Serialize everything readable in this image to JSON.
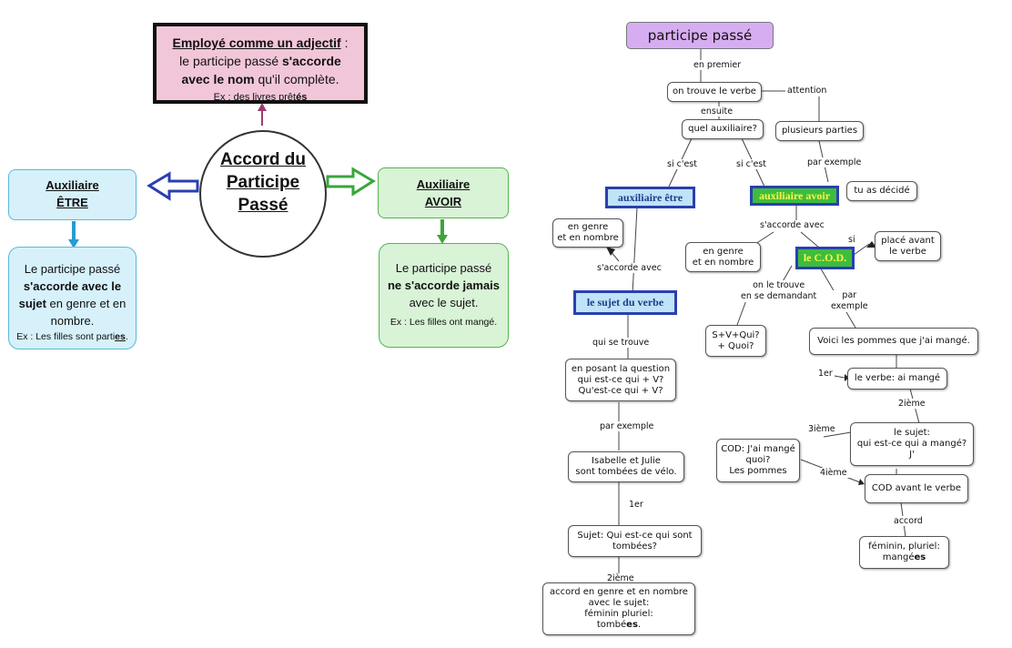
{
  "left": {
    "adjectif": {
      "title": "Employé comme un adjectif",
      "colon": " :",
      "line1": "le participe passé ",
      "bold1": "s'accorde",
      "bold2": "avec le nom",
      "line2b": " qu'il complète.",
      "ex_prefix": "Ex : des livres prêt",
      "ex_suffix": "és"
    },
    "center": {
      "line1": "Accord du",
      "line2": "Participe",
      "line3": "Passé"
    },
    "etre": {
      "line1": "Auxiliaire",
      "line2": "ÊTRE"
    },
    "avoir": {
      "line1": "Auxiliaire",
      "line2": "AVOIR"
    },
    "etre_desc": {
      "l1": "Le participe passé",
      "b1": "s'accorde avec le",
      "b2": "sujet",
      "l2": " en genre et en",
      "l3": "nombre.",
      "ex_prefix": "Ex : Les filles sont parti",
      "ex_suffix": "es",
      "ex_end": "."
    },
    "avoir_desc": {
      "l1": "Le participe passé",
      "b1": "ne s'accorde jamais",
      "l2": "avec le sujet.",
      "ex": "Ex : Les filles ont mangé."
    },
    "colors": {
      "adj_bg": "#f2c6d9",
      "etre_bg": "#d6f1fa",
      "avoir_bg": "#d8f3d6",
      "arrow_blue": "#2b3fb0",
      "arrow_green": "#3aa63a"
    }
  },
  "right": {
    "root": "participe passé",
    "labels": {
      "en_premier": "en premier",
      "attention": "attention",
      "ensuite": "ensuite",
      "si_cest_1": "si c'est",
      "si_cest_2": "si c'est",
      "par_exemple_1": "par exemple",
      "saccorde_avec_1": "s'accorde avec",
      "saccorde_avec_2": "s'accorde avec",
      "si": "si",
      "on_le_trouve_1": "on le trouve",
      "on_le_trouve_2": "en se demandant",
      "par": "par",
      "exemple": "exemple",
      "qui_se_trouve": "qui se trouve",
      "par_exemple_2": "par exemple",
      "premier_1": "1er",
      "premier_2": "1er",
      "deuxieme_1": "2ième",
      "deuxieme_2": "2ième",
      "troisieme": "3ième",
      "quatrieme": "4ième",
      "accord": "accord"
    },
    "nodes": {
      "on_trouve": "on trouve le verbe",
      "quel_aux": "quel auxiliaire?",
      "plusieurs": "plusieurs parties",
      "tu_as": "tu as décidé",
      "aux_etre": "auxiliaire être",
      "aux_avoir": "auxiliaire avoir",
      "genre_nombre_1a": "en genre",
      "genre_nombre_1b": "et en nombre",
      "genre_nombre_2a": "en genre",
      "genre_nombre_2b": "et en nombre",
      "place_a": "placé avant",
      "place_b": "le verbe",
      "cod": "le C.O.D.",
      "sujet_verbe": "le sujet du verbe",
      "svqui_a": "S+V+Qui?",
      "svqui_b": "+ Quoi?",
      "voici": "Voici les pommes que j'ai mangé.",
      "verbe_mange": "le verbe: ai mangé",
      "posant_a": "en posant la question",
      "posant_b": "qui est-ce qui + V?",
      "posant_c": "Qu'est-ce qui + V?",
      "sujet_qui_a": "le sujet:",
      "sujet_qui_b": "qui est-ce qui a mangé?",
      "sujet_qui_c": "J'",
      "cod_pommes_a": "COD: J'ai mangé",
      "cod_pommes_b": "quoi?",
      "cod_pommes_c": "Les pommes",
      "isabelle_a": "Isabelle et Julie",
      "isabelle_b": "sont tombées de vélo.",
      "cod_avant": "COD avant le verbe",
      "sujet_tombees_a": "Sujet: Qui est-ce qui sont",
      "sujet_tombees_b": "tombées?",
      "feminin_a": "féminin, pluriel:",
      "feminin_b": "mangé",
      "feminin_c": "es",
      "accord_a": "accord en genre et en nombre",
      "accord_b": "avec le sujet:",
      "accord_c": "féminin pluriel:",
      "accord_d": "tombé",
      "accord_e": "es",
      "accord_f": "."
    }
  }
}
